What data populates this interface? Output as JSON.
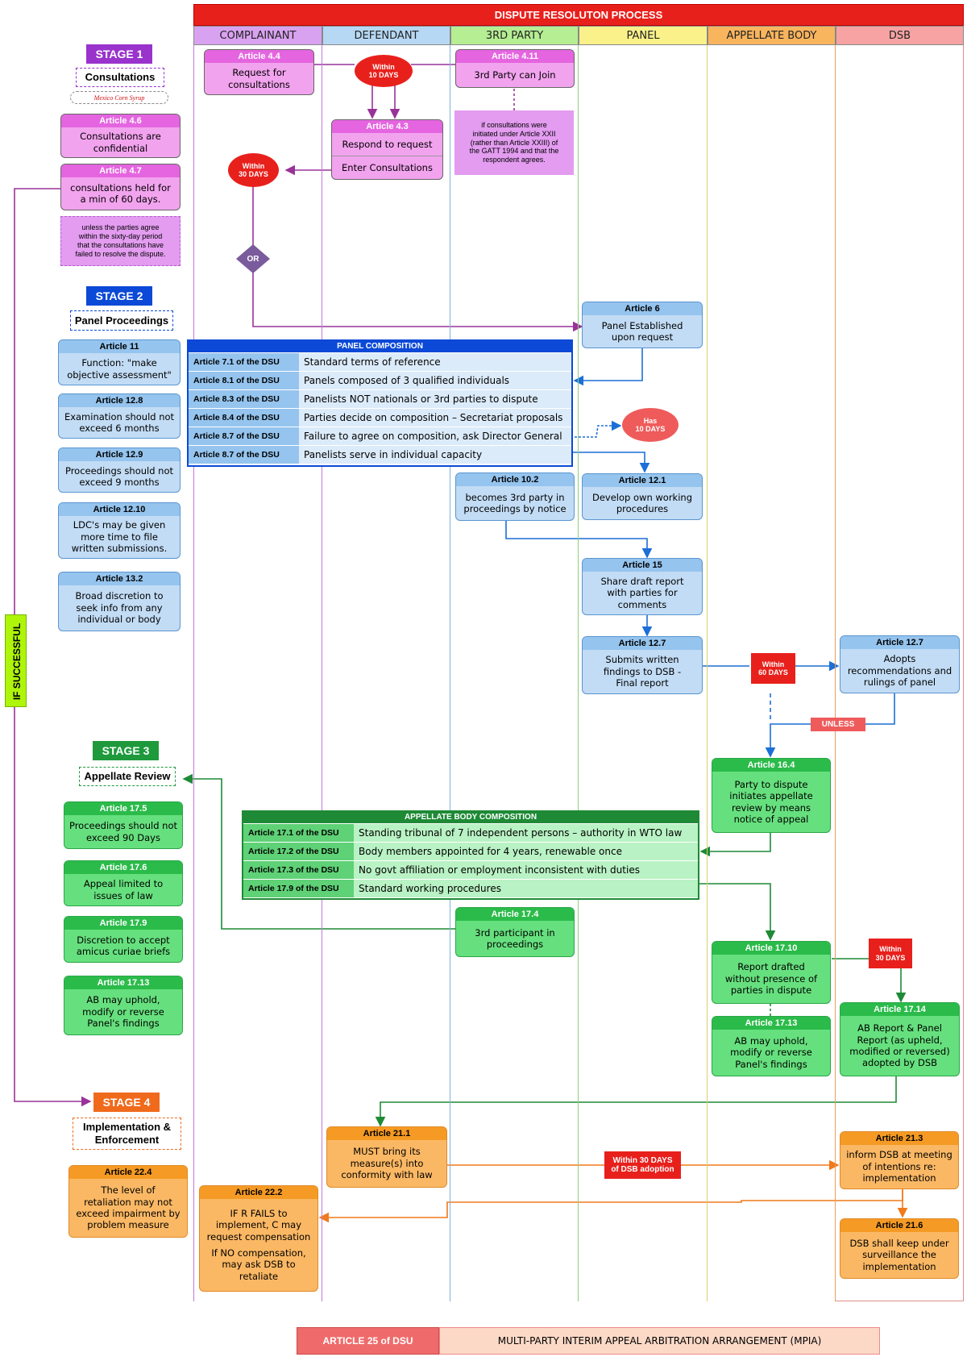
{
  "title": "DISPUTE RESOLUTON PROCESS",
  "lanes": [
    "COMPLAINANT",
    "DEFENDANT",
    "3RD PARTY",
    "PANEL",
    "APPELLATE BODY",
    "DSB"
  ],
  "colors": {
    "title": "#e8201c",
    "stage1": "#9933cc",
    "stage2": "#0b49d6",
    "stage3": "#1e9a3c",
    "stage4": "#f06a1c",
    "pink": "#f2a3ee",
    "pink_header": "#e565e0",
    "blue": "#c2dcf5",
    "blue_header": "#95c4ee",
    "green": "#66e07e",
    "green_header": "#2bbb4a",
    "orange": "#fbb864",
    "orange_header": "#f59a24",
    "red_oval": "#e8201c"
  },
  "stages": {
    "s1": {
      "label": "STAGE 1",
      "title": "Consultations",
      "note": "Mexico Corn Syrup"
    },
    "s2": {
      "label": "STAGE 2",
      "title": "Panel Proceedings"
    },
    "s3": {
      "label": "STAGE 3",
      "title": "Appellate Review"
    },
    "s4": {
      "label": "STAGE 4",
      "title": "Implementation & Enforcement"
    }
  },
  "left": {
    "a46": {
      "h": "Article 4.6",
      "t": [
        "Consultations are",
        "confidential"
      ]
    },
    "a47": {
      "h": "Article 4.7",
      "t": [
        "consultations held for",
        "a min of 60 days."
      ]
    },
    "note47": [
      "unless the parties agree",
      "within the sixty-day period",
      "that the consultations have",
      "failed to resolve the dispute."
    ],
    "a11": {
      "h": "Article 11",
      "t": [
        "Function: \"make",
        "objective assessment\""
      ]
    },
    "a128": {
      "h": "Article 12.8",
      "t": [
        "Examination should not",
        "exceed 6 months"
      ]
    },
    "a129": {
      "h": "Article 12.9",
      "t": [
        "Proceedings should not",
        "exceed 9 months"
      ]
    },
    "a1210": {
      "h": "Article 12.10",
      "t": [
        "LDC's may be given",
        "more time to file",
        "written submissions."
      ]
    },
    "a132": {
      "h": "Article 13.2",
      "t": [
        "Broad discretion to",
        "seek info from any",
        "individual or body"
      ]
    },
    "a175": {
      "h": "Article 17.5",
      "t": [
        "Proceedings should not",
        "exceed 90 Days"
      ]
    },
    "a176": {
      "h": "Article 17.6",
      "t": [
        "Appeal limited to",
        "issues of law"
      ]
    },
    "a179": {
      "h": "Article 17.9",
      "t": [
        "Discretion to accept",
        "amicus curiae briefs"
      ]
    },
    "a1713": {
      "h": "Article 17.13",
      "t": [
        "AB may uphold,",
        "modify or reverse",
        "Panel's findings"
      ]
    },
    "a224": {
      "h": "Article 22.4",
      "t": [
        "The level of",
        "retaliation may not",
        "exceed impairment by",
        "problem measure"
      ]
    }
  },
  "if_successful": "IF SUCCESSFUL",
  "flow": {
    "a44": {
      "h": "Article 4.4",
      "t": [
        "Request for",
        "consultations"
      ]
    },
    "within10": [
      "Within",
      "10 DAYS"
    ],
    "a411": {
      "h": "Article 4.11",
      "t": [
        "3rd Party can Join"
      ]
    },
    "note411": [
      "if consultations were",
      "initiated under Article XXII",
      "(rather than Article XXIII) of",
      "the GATT 1994 and that the",
      "respondent agrees."
    ],
    "a43": {
      "h": "Article 4.3",
      "t1": "Respond to request",
      "t2": "Enter Consultations"
    },
    "within30": [
      "Within",
      "30 DAYS"
    ],
    "or": "OR",
    "a6": {
      "h": "Article 6",
      "t": [
        "Panel Established",
        "upon request"
      ]
    },
    "has10": [
      "Has",
      "10 DAYS"
    ],
    "a102": {
      "h": "Article 10.2",
      "t": [
        "becomes 3rd party in",
        "proceedings by notice"
      ]
    },
    "a121": {
      "h": "Article 12.1",
      "t": [
        "Develop own working",
        "procedures"
      ]
    },
    "a15": {
      "h": "Article 15",
      "t": [
        "Share draft report",
        "with parties for",
        "comments"
      ]
    },
    "a127": {
      "h": "Article 12.7",
      "t": [
        "Submits written",
        "findings to DSB -",
        "Final report"
      ]
    },
    "within60": [
      "Within",
      "60 DAYS"
    ],
    "dsb127": {
      "h": "Article 12.7",
      "t": [
        "Adopts",
        "recommendations and",
        "rulings of panel"
      ]
    },
    "unless": "UNLESS",
    "a164": {
      "h": "Article 16.4",
      "t": [
        "Party to dispute",
        "initiates appellate",
        "review by means",
        "notice of appeal"
      ]
    },
    "a174": {
      "h": "Article 17.4",
      "t": [
        "3rd participant in",
        "proceedings"
      ]
    },
    "a1710": {
      "h": "Article 17.10",
      "t": [
        "Report drafted",
        "without presence of",
        "parties in dispute"
      ]
    },
    "within30b": [
      "Within",
      "30 DAYS"
    ],
    "a1713ab": {
      "h": "Article 17.13",
      "t": [
        "AB may uphold,",
        "modify or reverse",
        "Panel's findings"
      ]
    },
    "a1714": {
      "h": "Article 17.14",
      "t": [
        "AB Report & Panel",
        "Report (as upheld,",
        "modified or reversed)",
        "adopted by DSB"
      ]
    },
    "a211": {
      "h": "Article 21.1",
      "t": [
        "MUST bring its",
        "measure(s) into",
        "conformity with law"
      ]
    },
    "within30c": [
      "Within 30 DAYS",
      "of DSB adoption"
    ],
    "a213": {
      "h": "Article 21.3",
      "t": [
        "inform DSB at meeting",
        "of intentions re:",
        "implementation"
      ]
    },
    "a222": {
      "h": "Article 22.2",
      "t": [
        "IF R FAILS to",
        "implement, C may",
        "request compensation"
      ],
      "t2": [
        "If NO compensation,",
        "may ask DSB to",
        "retaliate"
      ]
    },
    "a216": {
      "h": "Article 21.6",
      "t": [
        "DSB shall keep under",
        "surveillance the",
        "implementation"
      ]
    }
  },
  "panel_comp": {
    "title": "PANEL COMPOSITION",
    "rows": [
      {
        "k": "Article 7.1 of the DSU",
        "v": "Standard terms of reference"
      },
      {
        "k": "Article 8.1 of the DSU",
        "v": "Panels composed of 3 qualified individuals"
      },
      {
        "k": "Article 8.3 of the DSU",
        "v": "Panelists NOT nationals or 3rd parties to dispute"
      },
      {
        "k": "Article 8.4 of the DSU",
        "v": "Parties decide on composition – Secretariat proposals"
      },
      {
        "k": "Article 8.7 of the DSU",
        "v": "Failure to agree on composition, ask Director General"
      },
      {
        "k": "Article 8.7 of the DSU",
        "v": "Panelists serve in individual capacity"
      }
    ]
  },
  "ab_comp": {
    "title": "APPELLATE BODY COMPOSITION",
    "rows": [
      {
        "k": "Article 17.1 of the DSU",
        "v": "Standing tribunal of 7 independent persons – authority in WTO law"
      },
      {
        "k": "Article 17.2 of the DSU",
        "v": "Body members appointed for 4 years, renewable once"
      },
      {
        "k": "Article 17.3 of the DSU",
        "v": "No govt affiliation or employment inconsistent with duties"
      },
      {
        "k": "Article 17.9 of the DSU",
        "v": "Standard working procedures"
      }
    ]
  },
  "footer": {
    "left": "ARTICLE 25 of DSU",
    "right": "MULTI-PARTY INTERIM APPEAL ARBITRATION ARRANGEMENT (MPIA)"
  }
}
